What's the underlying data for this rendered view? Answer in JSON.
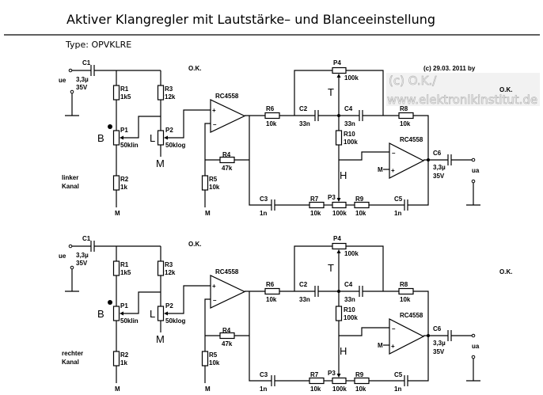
{
  "title": "Aktiver Klangregler  mit Lautstärke– und Blanceeinstellung",
  "type_line": "Type:  OPVKLRE",
  "copyright": "(c) 29.03.  2011  by",
  "watermark": {
    "line1": "(c) O.K./",
    "line2": "www.elektronikinstitut.de",
    "ok": "O.K."
  },
  "channels": [
    {
      "label1": "linker",
      "label2": "Kanal"
    },
    {
      "label1": "rechter",
      "label2": "Kanal"
    }
  ],
  "labels": {
    "ue": "ue",
    "ua": "ua",
    "ok": "O.K.",
    "opamp": "RC4558",
    "ground": "M",
    "balance": "B",
    "loudness": "L",
    "treble": "T",
    "bass": "H",
    "C1": "C1",
    "C1_val": "3,3µ",
    "C1_volt": "35V",
    "R1": "R1",
    "R1_val": "1k5",
    "R2": "R2",
    "R2_val": "1k",
    "R3": "R3",
    "R3_val": "12k",
    "R4": "R4",
    "R4_val": "47k",
    "R5": "R5",
    "R5_val": "10k",
    "R6": "R6",
    "R6_val": "10k",
    "R7": "R7",
    "R7_val": "10k",
    "R8": "R8",
    "R8_val": "10k",
    "R9": "R9",
    "R9_val": "10k",
    "R10": "R10",
    "R10_val": "100k",
    "P1": "P1",
    "P1_val": "50klin",
    "P2": "P2",
    "P2_val": "50klog",
    "P3": "P3",
    "P3_val": "100k",
    "P4": "P4",
    "P4_val": "100k",
    "C2": "C2",
    "C2_val": "33n",
    "C3": "C3",
    "C3_val": "1n",
    "C4": "C4",
    "C4_val": "33n",
    "C5": "C5",
    "C5_val": "1n",
    "C6": "C6",
    "C6_val": "3,3µ",
    "C6_volt": "35V"
  }
}
